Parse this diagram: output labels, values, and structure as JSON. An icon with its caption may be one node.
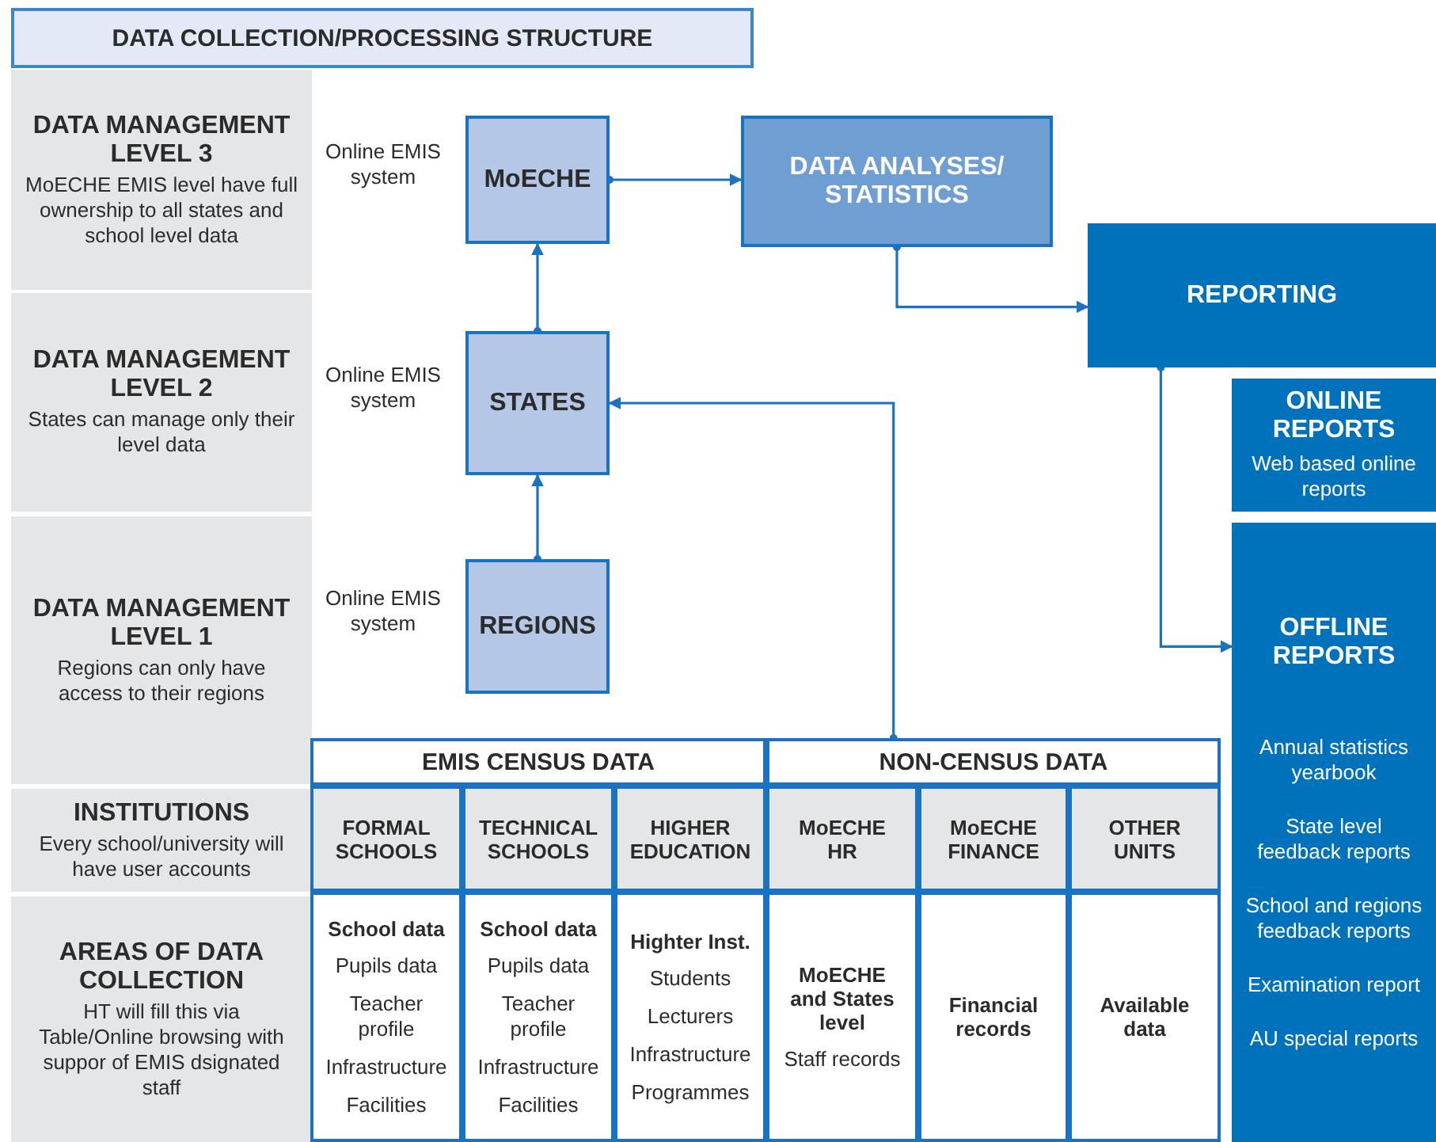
{
  "diagram": {
    "title": "DATA COLLECTION/PROCESSING STRUCTURE",
    "nodes": [
      {
        "text": [
          "DATA MANAGEMENT LEVEL 3",
          "MoECHE EMIS level have full ownership to all states and school level data"
        ]
      },
      {
        "text": [
          "MoECHE"
        ],
        "beside": [
          "Online EMIS system"
        ]
      },
      {
        "text": [
          "DATA ANALYSES/ STATISTICS"
        ]
      },
      {
        "text": [
          "REPORTING"
        ]
      },
      {
        "text": [
          "DATA MANAGEMENT LEVEL 2",
          "States can manage only their level data"
        ]
      },
      {
        "text": [
          "STATES"
        ],
        "beside": [
          "Online EMIS system"
        ]
      },
      {
        "text": [
          "ONLINE REPORTS",
          "Web based online reports"
        ]
      },
      {
        "text": [
          "DATA MANAGEMENT LEVEL 1",
          "Regions can only have access to their regions"
        ]
      },
      {
        "text": [
          "REGIONS"
        ],
        "beside": [
          "Online EMIS system"
        ]
      },
      {
        "text": [
          "OFFLINE REPORTS",
          "Annual statistics yearbook",
          "State level feedback reports",
          "School and regions feedback reports",
          "Examination report",
          "AU special reports"
        ]
      },
      {
        "text": [
          "EMIS CENSUS DATA"
        ]
      },
      {
        "text": [
          "NON-CENSUS DATA"
        ]
      },
      {
        "text": [
          "INSTITUTIONS",
          "Every school/university will have user accounts"
        ]
      },
      {
        "text": [
          "FORMAL SCHOOLS"
        ]
      },
      {
        "text": [
          "TECHNICAL SCHOOLS"
        ]
      },
      {
        "text": [
          "HIGHER EDUCATION"
        ]
      },
      {
        "text": [
          "MoECHE HR"
        ]
      },
      {
        "text": [
          "MoECHE FINANCE"
        ]
      },
      {
        "text": [
          "OTHER UNITS"
        ]
      },
      {
        "text": [
          "AREAS OF DATA COLLECTION",
          "HT will fill this via Table/Online browsing with suppor of EMIS dsignated staff"
        ]
      },
      {
        "text": [
          "School data",
          "Pupils data",
          "Teacher profile",
          "Infrastructure",
          "Facilities"
        ]
      },
      {
        "text": [
          "School data",
          "Pupils data",
          "Teacher profile",
          "Infrastructure",
          "Facilities"
        ]
      },
      {
        "text": [
          "Highter Inst.",
          "Students",
          "Lecturers",
          "Infrastructure",
          "Programmes"
        ]
      },
      {
        "text": [
          "MoECHE and States level",
          "Staff records"
        ]
      },
      {
        "text": [
          "Financial records"
        ]
      },
      {
        "text": [
          "Available data"
        ]
      }
    ],
    "edges": [
      {
        "from": 8,
        "to": 5,
        "arrow": "to"
      },
      {
        "from": 5,
        "to": 1,
        "arrow": "to"
      },
      {
        "from": 1,
        "to": 2,
        "arrow": "to"
      },
      {
        "from": 2,
        "to": 3,
        "arrow": "to"
      },
      {
        "from": 3,
        "to": 9,
        "arrow": "to"
      },
      {
        "from": 11,
        "to": 5,
        "arrow": "to"
      }
    ]
  }
}
